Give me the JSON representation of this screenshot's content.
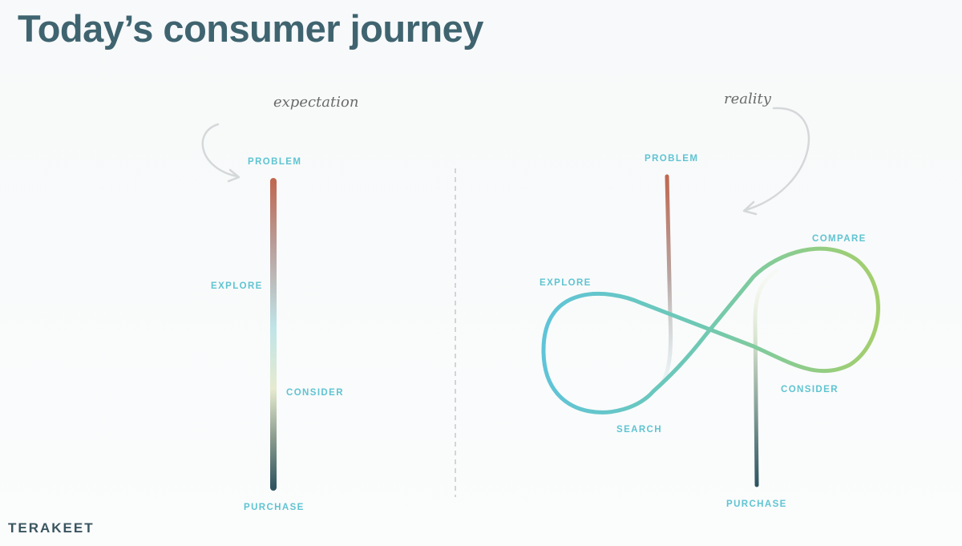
{
  "slide": {
    "title": "Today’s consumer journey"
  },
  "expectation": {
    "heading": "expectation",
    "stages": {
      "problem": "PROBLEM",
      "explore": "EXPLORE",
      "consider": "CONSIDER",
      "purchase": "PURCHASE"
    }
  },
  "reality": {
    "heading": "reality",
    "stages": {
      "problem": "PROBLEM",
      "compare": "COMPARE",
      "explore": "EXPLORE",
      "consider": "CONSIDER",
      "search": "SEARCH",
      "purchase": "PURCHASE"
    }
  },
  "footer": {
    "logo_text": "TERAKEET"
  },
  "colors": {
    "title": "#3f6470",
    "stage_label": "#5fc4d2",
    "problem_red": "#c0674f",
    "explore_cyan": "#5fc4d8",
    "compare_green": "#a6cf6a",
    "purchase_dark": "#2f5560",
    "divider": "#c8c8c8"
  },
  "icons": {
    "expectation_arrow": "curved-arrow-icon",
    "reality_arrow": "curved-arrow-icon",
    "logo_mark": "eye-icon"
  }
}
